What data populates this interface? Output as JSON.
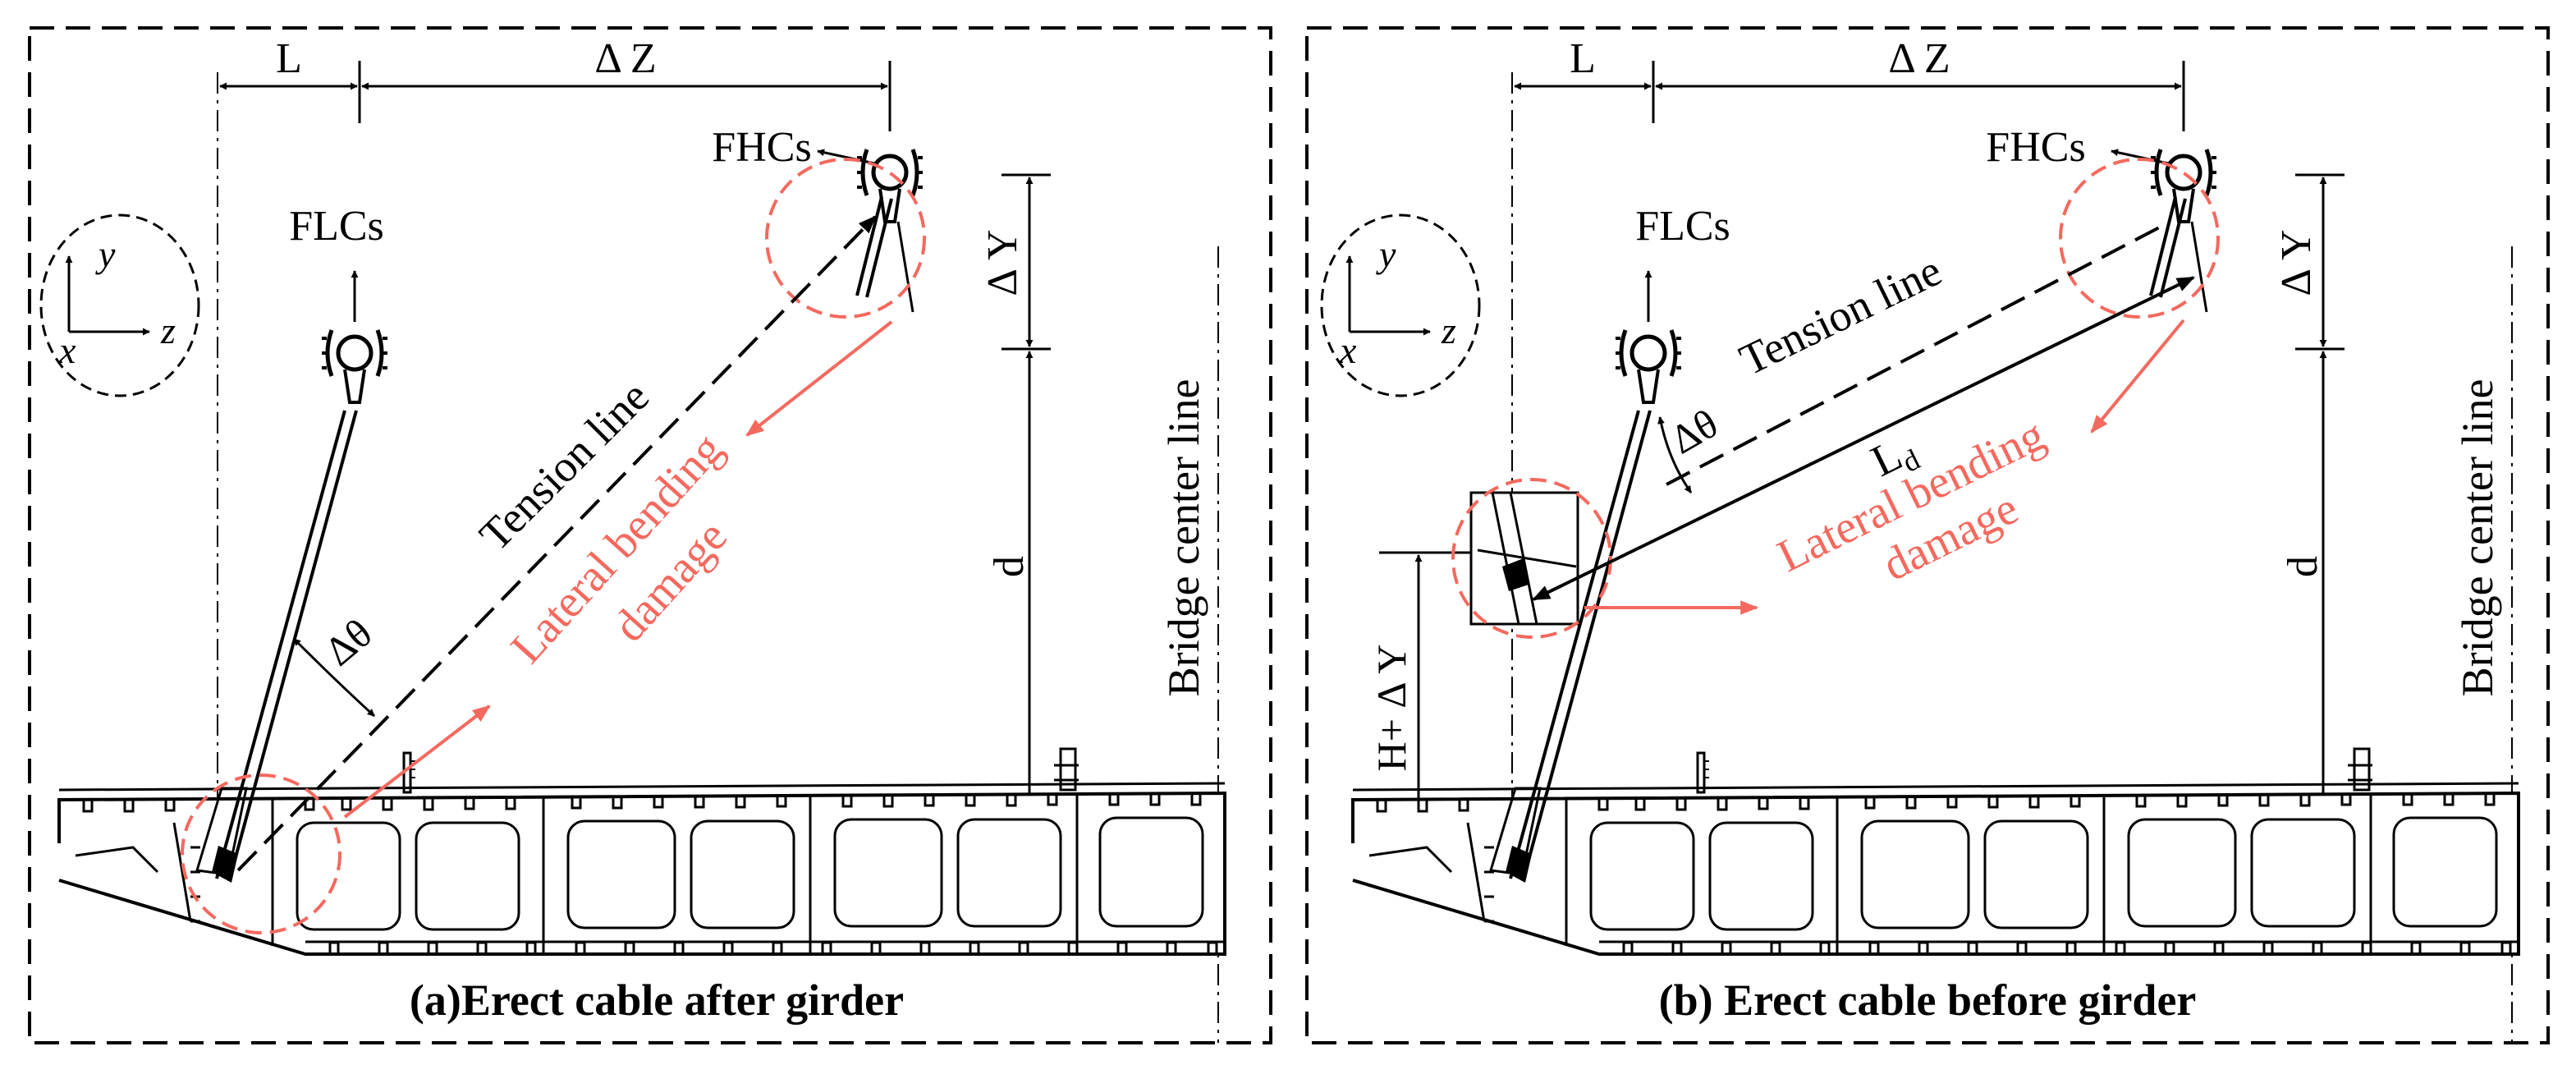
{
  "colors": {
    "ink": "#000000",
    "accent_red": "#f4695e",
    "background": "#ffffff"
  },
  "panels": [
    {
      "id": "a",
      "caption": "(a)Erect cable after girder",
      "dim_L": "L",
      "dim_dZ": "Δ Z",
      "dim_dY": "Δ Y",
      "dim_d": "d",
      "label_fhcs": "FHCs",
      "label_flcs": "FLCs",
      "tension_line": "Tension line",
      "damage_line1": "Lateral bending",
      "damage_line2": "damage",
      "delta_theta": "Δθ",
      "bridge_center": "Bridge center line",
      "axis_y": "y",
      "axis_x": "x",
      "axis_z": "z"
    },
    {
      "id": "b",
      "caption": "(b) Erect cable before girder",
      "dim_L": "L",
      "dim_dZ": "Δ Z",
      "dim_dY": "Δ Y",
      "dim_d": "d",
      "dim_h": "H+ Δ Y",
      "label_fhcs": "FHCs",
      "label_flcs": "FLCs",
      "tension_line": "Tension line",
      "label_ld": "L",
      "label_ld_sub": "d",
      "damage_line1": "Lateral bending",
      "damage_line2": "damage",
      "delta_theta": "Δθ",
      "bridge_center": "Bridge center line",
      "axis_y": "y",
      "axis_x": "x",
      "axis_z": "z"
    }
  ]
}
